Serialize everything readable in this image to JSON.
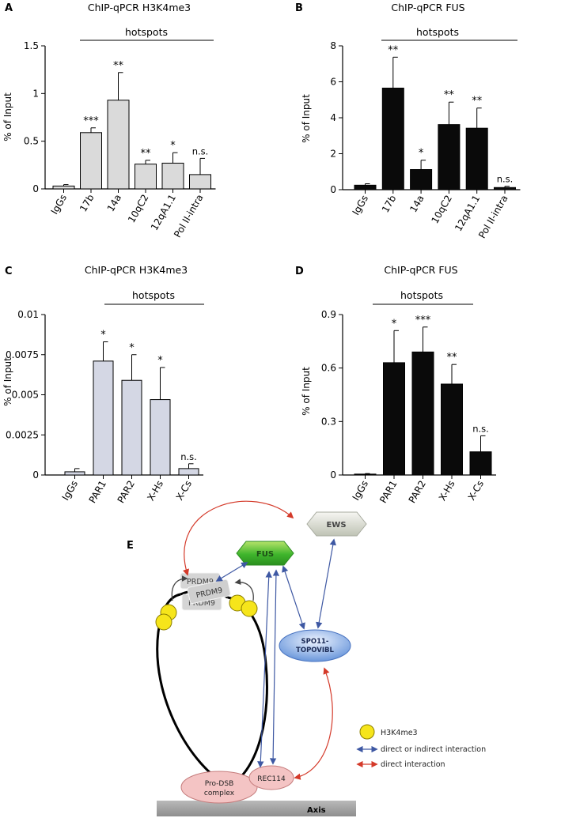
{
  "panels": [
    {
      "letter": "A",
      "title": "ChIP-qPCR H3K4me3",
      "group_label": "hotspots"
    },
    {
      "letter": "B",
      "title": "ChIP-qPCR FUS",
      "group_label": "hotspots"
    },
    {
      "letter": "C",
      "title": "ChIP-qPCR H3K4me3",
      "group_label": "hotspots"
    },
    {
      "letter": "D",
      "title": "ChIP-qPCR FUS",
      "group_label": "hotspots"
    }
  ],
  "colors": {
    "light_gray": "#dadada",
    "light_blue_gray": "#d4d7e4",
    "black": "#0a0a0a",
    "blue_arrow": "#3e58a3",
    "red_arrow": "#d43a2a"
  },
  "chart_data": [
    {
      "type": "bar",
      "title": "ChIP-qPCR H3K4me3",
      "ylabel": "% of Input",
      "categories": [
        "IgGs",
        "17b",
        "14a",
        "10qC2",
        "12qA1.1",
        "Pol II-intra"
      ],
      "values": [
        0.03,
        0.59,
        0.93,
        0.26,
        0.27,
        0.15
      ],
      "errors": [
        0.015,
        0.05,
        0.29,
        0.04,
        0.11,
        0.17
      ],
      "annotations": [
        "",
        "***",
        "**",
        "**",
        "*",
        "n.s."
      ],
      "yticks": [
        "0",
        "0.5",
        "1",
        "1.5"
      ],
      "ylim": [
        0,
        1.5
      ],
      "bar_color": "#dadada"
    },
    {
      "type": "bar",
      "title": "ChIP-qPCR FUS",
      "ylabel": "% of Input",
      "categories": [
        "IgGs",
        "17b",
        "14a",
        "10qC2",
        "12qA1.1",
        "Pol II-intra"
      ],
      "values": [
        0.25,
        5.65,
        1.12,
        3.62,
        3.42,
        0.12
      ],
      "errors": [
        0.08,
        1.72,
        0.52,
        1.25,
        1.12,
        0.07
      ],
      "annotations": [
        "",
        "**",
        "*",
        "**",
        "**",
        "n.s."
      ],
      "yticks": [
        "0",
        "2",
        "4",
        "6",
        "8"
      ],
      "ylim": [
        0,
        8
      ],
      "bar_color": "#0a0a0a"
    },
    {
      "type": "bar",
      "title": "ChIP-qPCR H3K4me3",
      "ylabel": "% of Input",
      "categories": [
        "IgGs",
        "PAR1",
        "PAR2",
        "X-Hs",
        "X-Cs"
      ],
      "values": [
        0.0002,
        0.0071,
        0.0059,
        0.0047,
        0.0004
      ],
      "errors": [
        0.0002,
        0.0012,
        0.0016,
        0.002,
        0.0003
      ],
      "annotations": [
        "",
        "*",
        "*",
        "*",
        "n.s."
      ],
      "yticks": [
        "0",
        "0.0025",
        "0.005",
        "0.0075",
        "0.01"
      ],
      "ylim": [
        0,
        0.01
      ],
      "bar_color": "#d4d7e4"
    },
    {
      "type": "bar",
      "title": "ChIP-qPCR FUS",
      "ylabel": "% of Input",
      "categories": [
        "IgGs",
        "PAR1",
        "PAR2",
        "X-Hs",
        "X-Cs"
      ],
      "values": [
        0.005,
        0.63,
        0.69,
        0.51,
        0.13
      ],
      "errors": [
        0.003,
        0.18,
        0.14,
        0.11,
        0.09
      ],
      "annotations": [
        "",
        "*",
        "***",
        "**",
        "n.s."
      ],
      "yticks": [
        "0",
        "0.3",
        "0.6",
        "0.9"
      ],
      "ylim": [
        0,
        0.9
      ],
      "bar_color": "#0a0a0a"
    }
  ],
  "diagram": {
    "letter": "E",
    "nodes": {
      "fus": "FUS",
      "ews": "EWS",
      "prdm9_a": "PRDM9",
      "prdm9_b": "PRDM9",
      "prdm9_c": "PRDM9",
      "spo11_line1": "SPO11-",
      "spo11_line2": "TOPOVIBL",
      "rec114": "REC114",
      "prodsb_line1": "Pro-DSB",
      "prodsb_line2": "complex",
      "axis": "Axis"
    },
    "legend": {
      "h3k4me3": "H3K4me3",
      "blue": "direct or indirect interaction",
      "red": "direct interaction"
    }
  }
}
